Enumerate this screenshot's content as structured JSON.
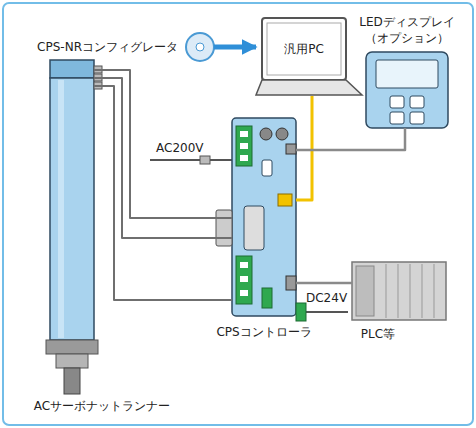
{
  "diagram": {
    "nodes": [
      {
        "text": [
          "CPS-NRコンフィグレータ"
        ]
      },
      {
        "text": [
          "汎用PC"
        ]
      },
      {
        "text": [
          "LEDディスプレイ （オプション）"
        ]
      },
      {
        "text": [
          "CPSコントローラ"
        ]
      },
      {
        "text": [
          "PLC等"
        ]
      },
      {
        "text": [
          "ACサーボナットランナー"
        ]
      }
    ],
    "edges": [
      {
        "from": 0,
        "to": 1,
        "arrow": "to"
      },
      {
        "from": 1,
        "to": 3,
        "arrow": "none"
      },
      {
        "from": 2,
        "to": 3,
        "arrow": "none"
      },
      {
        "from": 3,
        "to": 4,
        "arrow": "none"
      },
      {
        "from": 5,
        "to": 3,
        "arrow": "none"
      },
      {
        "from": 5,
        "to": 3,
        "arrow": "none"
      },
      {
        "from": 5,
        "to": 3,
        "arrow": "none"
      }
    ],
    "labels": [
      "AC200V",
      "DC24V"
    ]
  }
}
